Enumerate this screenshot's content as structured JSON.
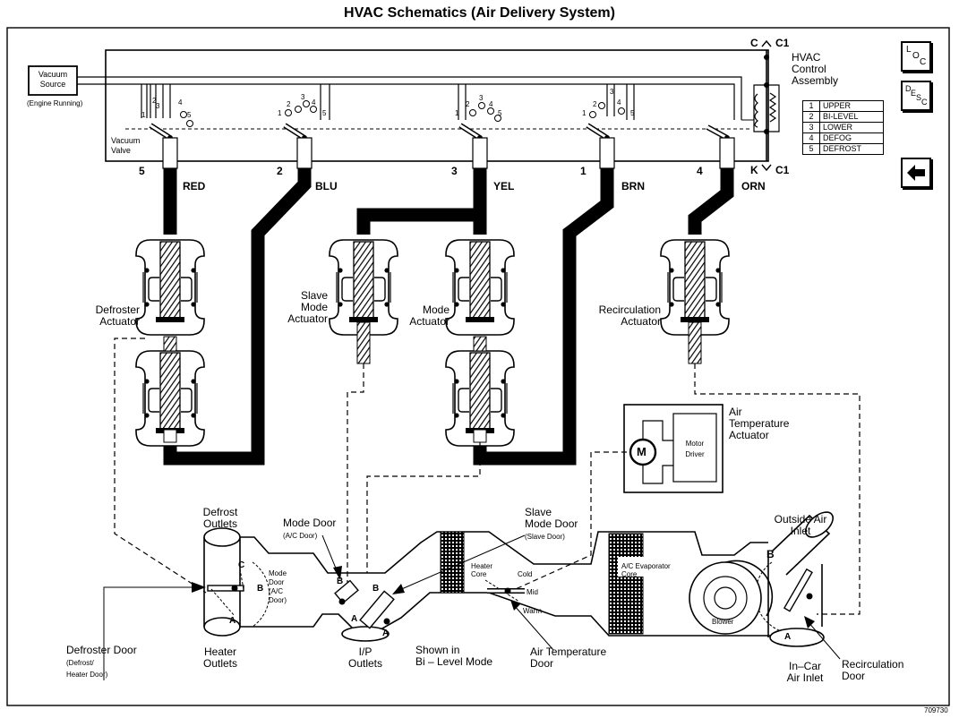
{
  "title": "HVAC Schematics (Air Delivery System)",
  "vacuum_source": {
    "line1": "Vacuum",
    "line2": "Source",
    "note": "(Engine Running)"
  },
  "vacuum_valve_label": {
    "line1": "Vacuum",
    "line2": "Valve"
  },
  "control_assembly": {
    "line1": "HVAC",
    "line2": "Control",
    "line3": "Assembly"
  },
  "connector_top": {
    "left": "C",
    "right": "C1"
  },
  "connector_bottom": {
    "left": "K",
    "right": "C1"
  },
  "modes": [
    {
      "num": "1",
      "name": "UPPER"
    },
    {
      "num": "2",
      "name": "BI-LEVEL"
    },
    {
      "num": "3",
      "name": "LOWER"
    },
    {
      "num": "4",
      "name": "DEFOG"
    },
    {
      "num": "5",
      "name": "DEFROST"
    }
  ],
  "port_numbers": [
    "5",
    "2",
    "3",
    "1",
    "4"
  ],
  "wires": [
    "RED",
    "BLU",
    "YEL",
    "BRN",
    "ORN"
  ],
  "actuators": {
    "defroster": {
      "line1": "Defroster",
      "line2": "Actuator"
    },
    "slave_mode": {
      "line1": "Slave",
      "line2": "Mode",
      "line3": "Actuator"
    },
    "mode": {
      "line1": "Mode",
      "line2": "Actuator"
    },
    "recirculation": {
      "line1": "Recirculation",
      "line2": "Actuator"
    },
    "air_temperature": {
      "line1": "Air",
      "line2": "Temperature",
      "line3": "Actuator"
    }
  },
  "motor": {
    "symbol": "M",
    "driver_line1": "Motor",
    "driver_line2": "Driver"
  },
  "ducts": {
    "defrost_outlets": {
      "line1": "Defrost",
      "line2": "Outlets"
    },
    "heater_outlets": {
      "line1": "Heater",
      "line2": "Outlets"
    },
    "mode_door_callout": {
      "line1": "Mode Door",
      "line2": "(A/C Door)"
    },
    "mode_door_inline": {
      "line1": "Mode",
      "line2": "Door",
      "line3": "(A/C",
      "line4": "Door)"
    },
    "slave_mode_door": {
      "line1": "Slave",
      "line2": "Mode Door",
      "line3": "(Slave Door)"
    },
    "heater_core": {
      "line1": "Heater",
      "line2": "Core"
    },
    "ac_evaporator": {
      "line1": "A/C Evaporator",
      "line2": "Core"
    },
    "blower": "Blower",
    "outside_air_inlet": {
      "line1": "Outside Air",
      "line2": "Inlet"
    },
    "defroster_door": {
      "line1": "Defroster Door",
      "line2": "(Defrost/",
      "line3": "Heater Door)"
    },
    "ip_outlets": {
      "line1": "I/P",
      "line2": "Outlets"
    },
    "shown_in": {
      "line1": "Shown in",
      "line2": "Bi – Level Mode"
    },
    "air_temperature_door": {
      "line1": "Air Temperature",
      "line2": "Door"
    },
    "in_car_air_inlet": {
      "line1": "In–Car",
      "line2": "Air Inlet"
    },
    "recirculation_door": {
      "line1": "Recirculation",
      "line2": "Door"
    },
    "temp_positions": [
      "Cold",
      "Mid",
      "Warm"
    ]
  },
  "door_letters": {
    "a": "A",
    "b": "B",
    "c": "C"
  },
  "nav": {
    "loc_label": [
      "L",
      "O",
      "C"
    ],
    "desc_label": [
      "D",
      "E",
      "S",
      "C"
    ],
    "back_arrow": "back-arrow-icon"
  },
  "figure_number": "709730"
}
